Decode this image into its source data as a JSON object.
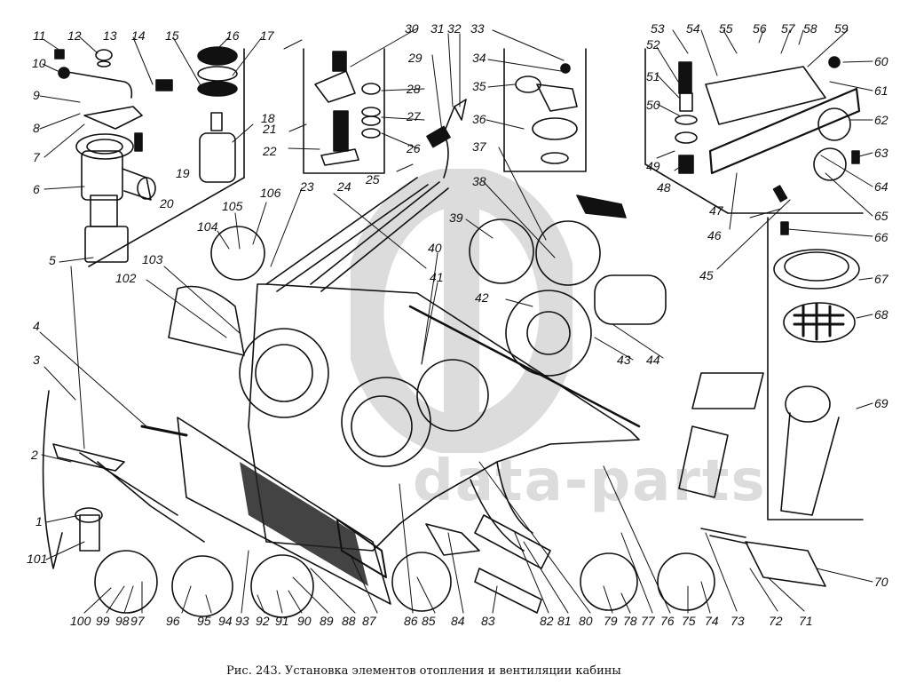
{
  "figure": {
    "caption": "Рис. 243. Установка элементов отопления и вентиляции кабины",
    "watermark_text": "data-parts",
    "colors": {
      "line": "#111111",
      "watermark": "#dcdcdc",
      "background": "#ffffff"
    }
  },
  "callouts": [
    {
      "label": "1"
    },
    {
      "label": "2"
    },
    {
      "label": "3"
    },
    {
      "label": "4"
    },
    {
      "label": "5"
    },
    {
      "label": "6"
    },
    {
      "label": "7"
    },
    {
      "label": "8"
    },
    {
      "label": "9"
    },
    {
      "label": "10"
    },
    {
      "label": "11"
    },
    {
      "label": "12"
    },
    {
      "label": "13"
    },
    {
      "label": "14"
    },
    {
      "label": "15"
    },
    {
      "label": "16"
    },
    {
      "label": "17"
    },
    {
      "label": "18"
    },
    {
      "label": "19"
    },
    {
      "label": "20"
    },
    {
      "label": "21"
    },
    {
      "label": "22"
    },
    {
      "label": "23"
    },
    {
      "label": "24"
    },
    {
      "label": "25"
    },
    {
      "label": "26"
    },
    {
      "label": "27"
    },
    {
      "label": "28"
    },
    {
      "label": "29"
    },
    {
      "label": "30"
    },
    {
      "label": "31"
    },
    {
      "label": "32"
    },
    {
      "label": "33"
    },
    {
      "label": "34"
    },
    {
      "label": "35"
    },
    {
      "label": "36"
    },
    {
      "label": "37"
    },
    {
      "label": "38"
    },
    {
      "label": "39"
    },
    {
      "label": "40"
    },
    {
      "label": "41"
    },
    {
      "label": "42"
    },
    {
      "label": "43"
    },
    {
      "label": "44"
    },
    {
      "label": "45"
    },
    {
      "label": "46"
    },
    {
      "label": "47"
    },
    {
      "label": "48"
    },
    {
      "label": "49"
    },
    {
      "label": "50"
    },
    {
      "label": "51"
    },
    {
      "label": "52"
    },
    {
      "label": "53"
    },
    {
      "label": "54"
    },
    {
      "label": "55"
    },
    {
      "label": "56"
    },
    {
      "label": "57"
    },
    {
      "label": "58"
    },
    {
      "label": "59"
    },
    {
      "label": "60"
    },
    {
      "label": "61"
    },
    {
      "label": "62"
    },
    {
      "label": "63"
    },
    {
      "label": "64"
    },
    {
      "label": "65"
    },
    {
      "label": "66"
    },
    {
      "label": "67"
    },
    {
      "label": "68"
    },
    {
      "label": "69"
    },
    {
      "label": "70"
    },
    {
      "label": "71"
    },
    {
      "label": "72"
    },
    {
      "label": "73"
    },
    {
      "label": "74"
    },
    {
      "label": "75"
    },
    {
      "label": "76"
    },
    {
      "label": "77"
    },
    {
      "label": "78"
    },
    {
      "label": "79"
    },
    {
      "label": "80"
    },
    {
      "label": "81"
    },
    {
      "label": "82"
    },
    {
      "label": "83"
    },
    {
      "label": "84"
    },
    {
      "label": "85"
    },
    {
      "label": "86"
    },
    {
      "label": "87"
    },
    {
      "label": "88"
    },
    {
      "label": "89"
    },
    {
      "label": "90"
    },
    {
      "label": "91"
    },
    {
      "label": "92"
    },
    {
      "label": "93"
    },
    {
      "label": "94"
    },
    {
      "label": "95"
    },
    {
      "label": "96"
    },
    {
      "label": "97"
    },
    {
      "label": "98"
    },
    {
      "label": "99"
    },
    {
      "label": "100"
    },
    {
      "label": "101"
    },
    {
      "label": "102"
    },
    {
      "label": "103"
    },
    {
      "label": "104"
    },
    {
      "label": "105"
    },
    {
      "label": "106"
    }
  ]
}
